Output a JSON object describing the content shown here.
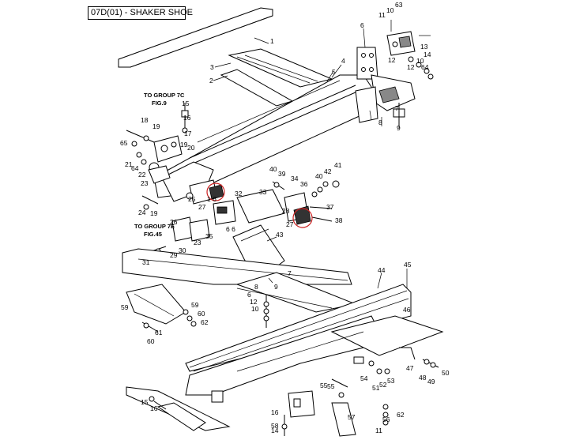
{
  "title": "07D(01) - SHAKER SHOE",
  "notes": [
    {
      "id": "to-group-7c",
      "lines": [
        "TO GROUP 7C",
        "FIG.9"
      ]
    },
    {
      "id": "to-group-7e",
      "lines": [
        "TO GROUP 7E",
        "FIG.45"
      ]
    }
  ],
  "callouts": [
    "1",
    "2",
    "3",
    "4",
    "5",
    "6",
    "7",
    "8",
    "9",
    "10",
    "10",
    "11",
    "12",
    "12",
    "13",
    "14",
    "15",
    "16",
    "17",
    "18",
    "19",
    "19",
    "20",
    "21",
    "22",
    "23",
    "23",
    "24",
    "25",
    "26",
    "27",
    "27",
    "28",
    "29",
    "30",
    "31",
    "32",
    "33",
    "34",
    "35",
    "36",
    "37",
    "38",
    "39",
    "40",
    "40",
    "41",
    "42",
    "43",
    "44",
    "45",
    "46",
    "47",
    "48",
    "49",
    "50",
    "51",
    "52",
    "53",
    "54",
    "55",
    "55",
    "56",
    "57",
    "58",
    "59",
    "59",
    "60",
    "60",
    "61",
    "62",
    "62",
    "63",
    "64",
    "64",
    "65",
    "6",
    "7",
    "8",
    "9",
    "16",
    "15",
    "14",
    "10",
    "11",
    "12",
    "19",
    "16",
    "6 6",
    "1 6"
  ],
  "highlight_color": "#cc2222"
}
